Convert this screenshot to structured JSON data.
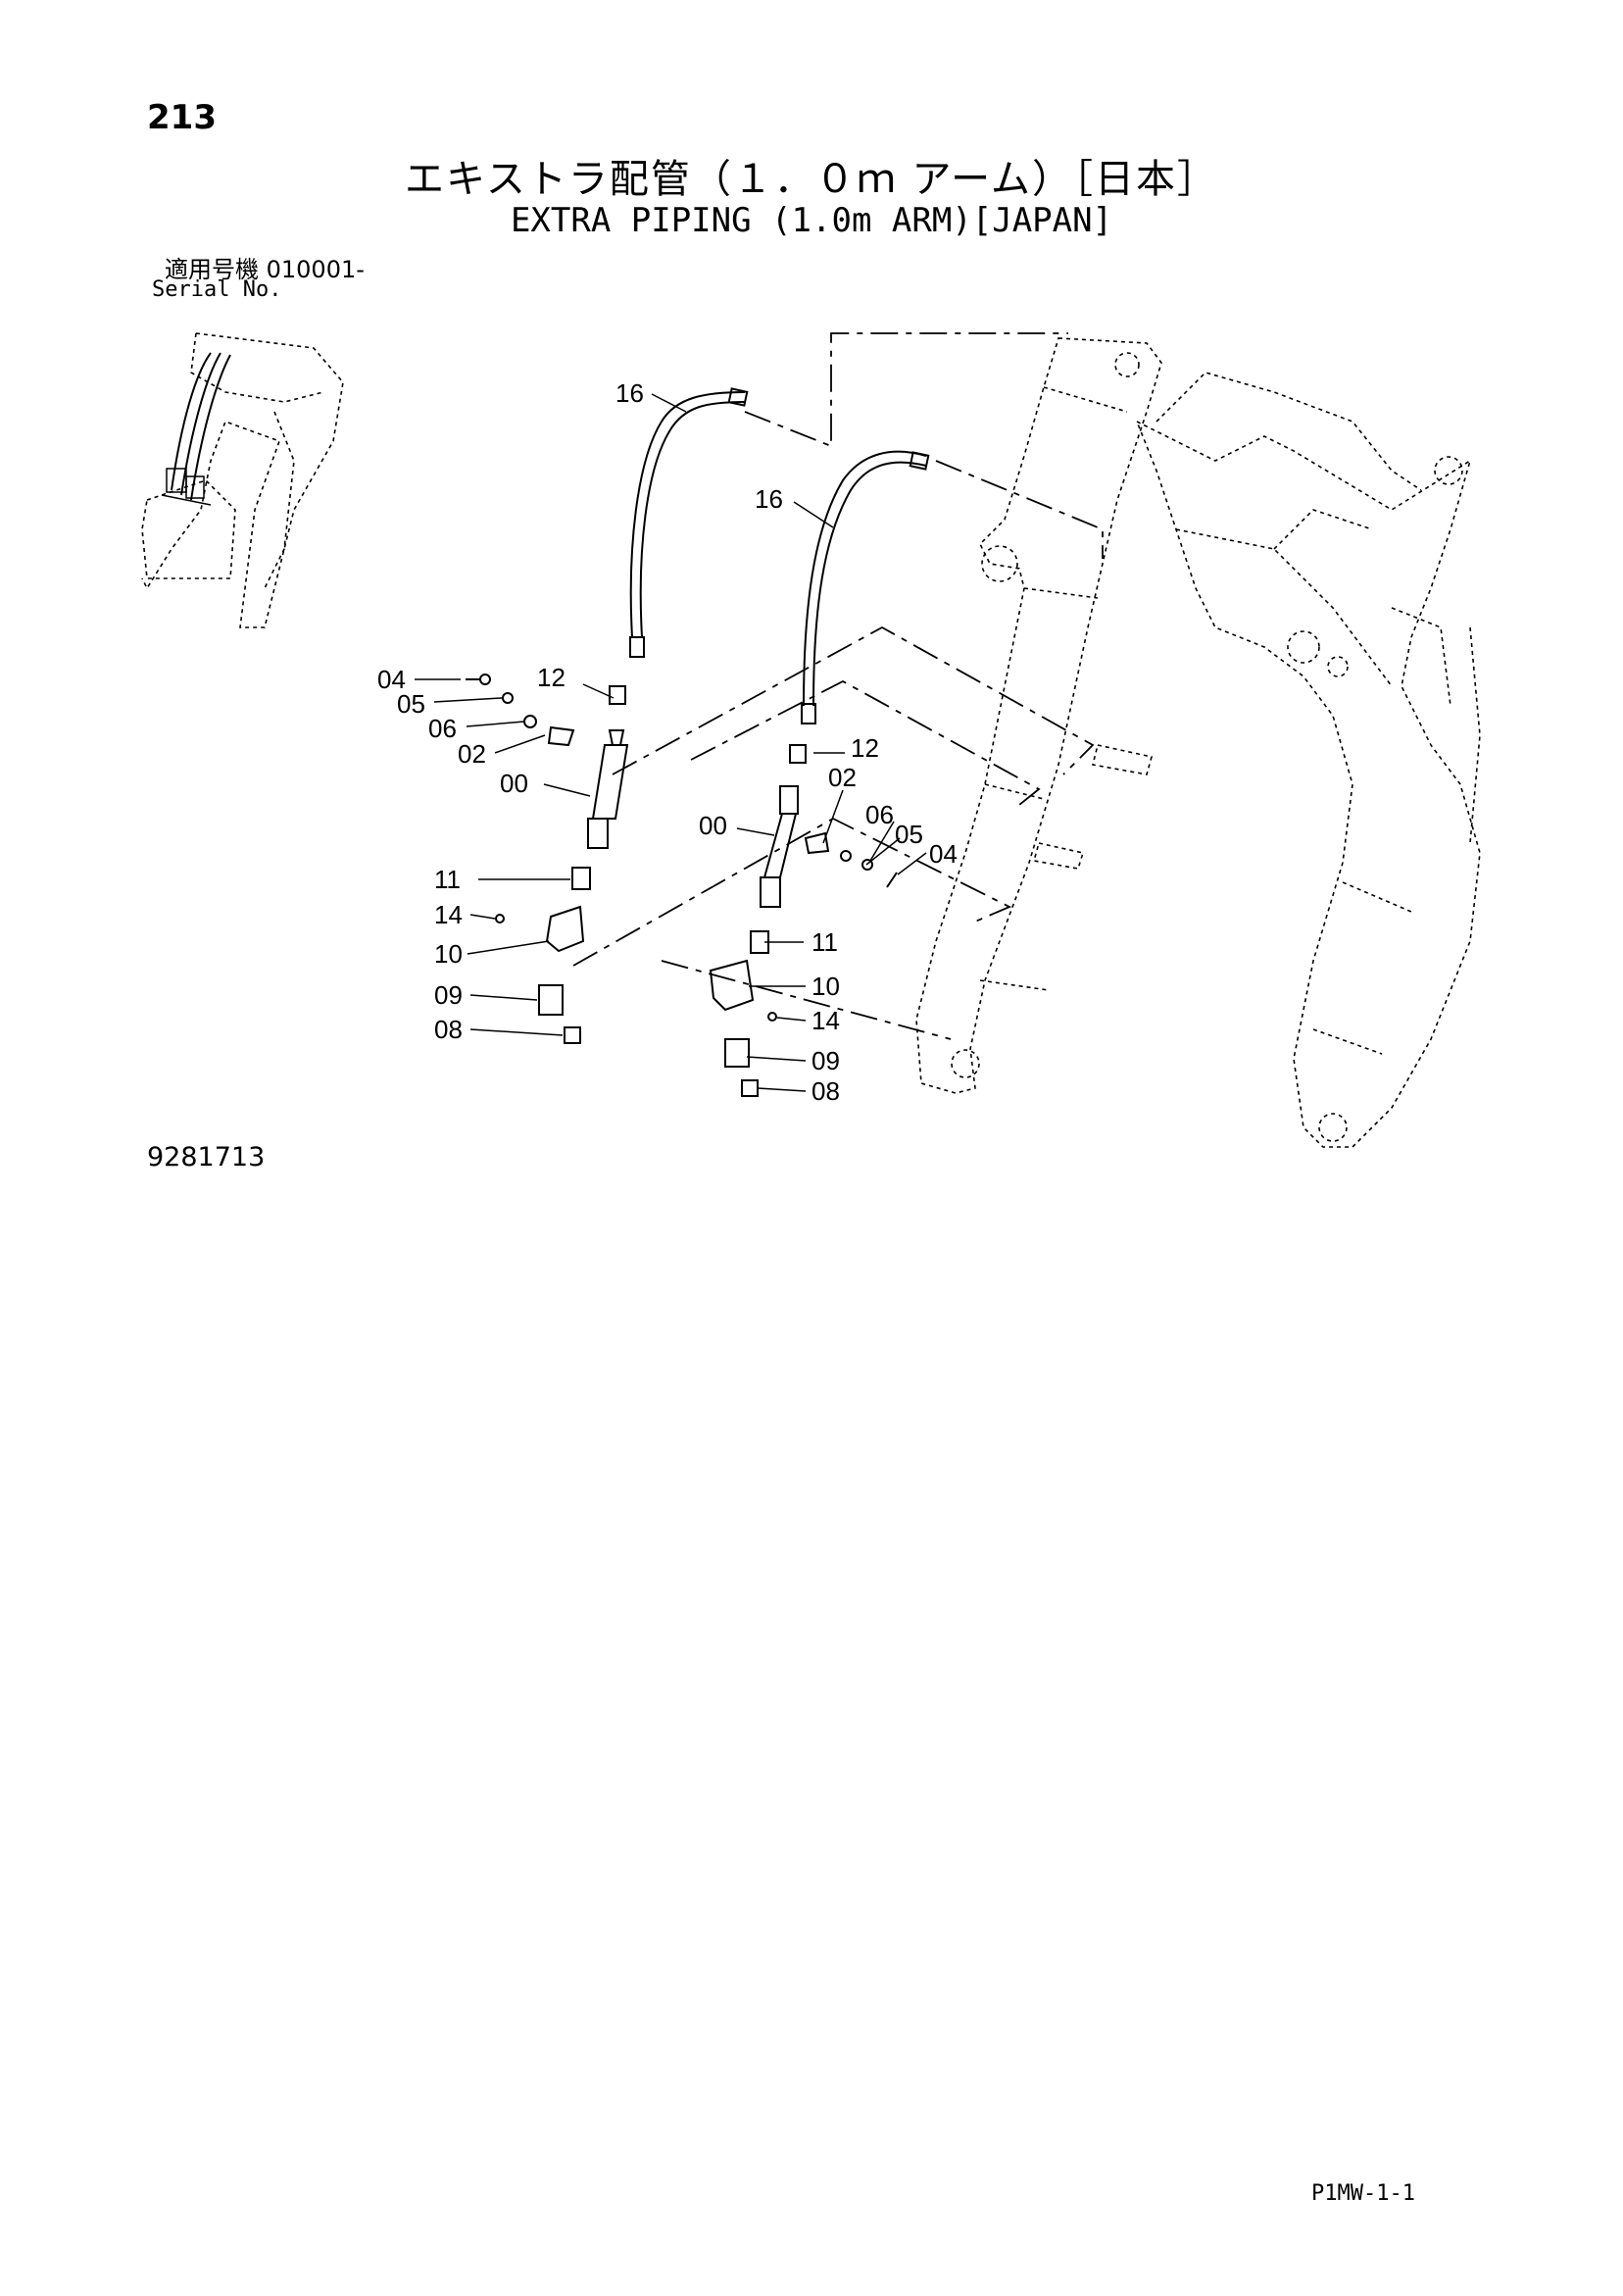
{
  "header": {
    "page_number": "213",
    "title_jp": "エキストラ配管（１．０ｍ アーム）［日本］",
    "title_en": "EXTRA PIPING (1.0m ARM)[JAPAN]",
    "serial_label_jp": "適用号機  010001-",
    "serial_label_en": "Serial No."
  },
  "callouts": {
    "left": {
      "c16": "16",
      "c04": "04",
      "c05": "05",
      "c06": "06",
      "c02": "02",
      "c12": "12",
      "c00": "00",
      "c11": "11",
      "c14": "14",
      "c10": "10",
      "c09": "09",
      "c08": "08"
    },
    "right": {
      "c16": "16",
      "c12": "12",
      "c02": "02",
      "c00": "00",
      "c06": "06",
      "c05": "05",
      "c04": "04",
      "c11": "11",
      "c10": "10",
      "c14": "14",
      "c09": "09",
      "c08": "08"
    }
  },
  "footer": {
    "diagram_number": "9281713",
    "page_code": "P1MW-1-1"
  }
}
